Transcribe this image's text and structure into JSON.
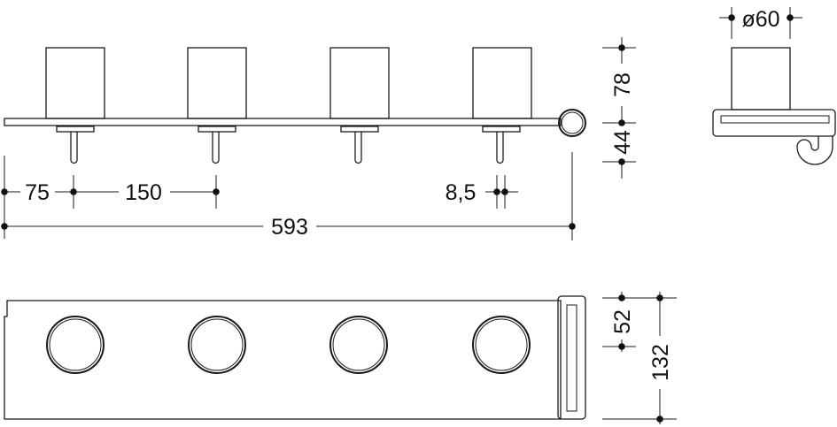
{
  "dimensions": {
    "diameter": "ø60",
    "height_cup": "78",
    "height_hook": "44",
    "edge_offset": "75",
    "spacing": "150",
    "hook_diameter": "8,5",
    "overall_length": "593",
    "depth_center": "52",
    "overall_depth": "132"
  }
}
